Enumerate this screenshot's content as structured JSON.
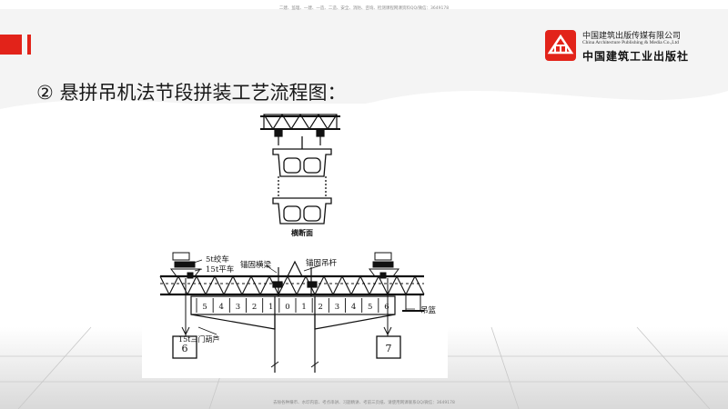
{
  "header_note": "二建、监理、一建、一造、二造、安全、消防、咨询、检测课程网课资料QQ/微信：3649178",
  "footer_note": "去除各种赚币、水印内容、考点串讲、习题精讲、考前三页纸、请使用网课联系QQ/微信：3649178",
  "logo": {
    "name_cn": "中国建筑出版传媒有限公司",
    "name_en": "China Architecture Publishing & Media Co.,Ltd",
    "name_calligraphy": "中国建筑工业出版社"
  },
  "heading": "② 悬拼吊机法节段拼装工艺流程图：",
  "diagram": {
    "cross_section_caption": "横断面",
    "label_winch": "5t绞车",
    "label_trolley": "15t平车",
    "label_anchor_beam": "锚固横梁",
    "label_anchor_rod": "锚固吊杆",
    "label_hanger": "吊篮",
    "label_hoist": "15t三门葫芦",
    "segment_labels": [
      "5",
      "4",
      "3",
      "2",
      "1",
      "0",
      "1",
      "2",
      "3",
      "4",
      "5",
      "6"
    ],
    "block_left": "6",
    "block_right": "7"
  }
}
